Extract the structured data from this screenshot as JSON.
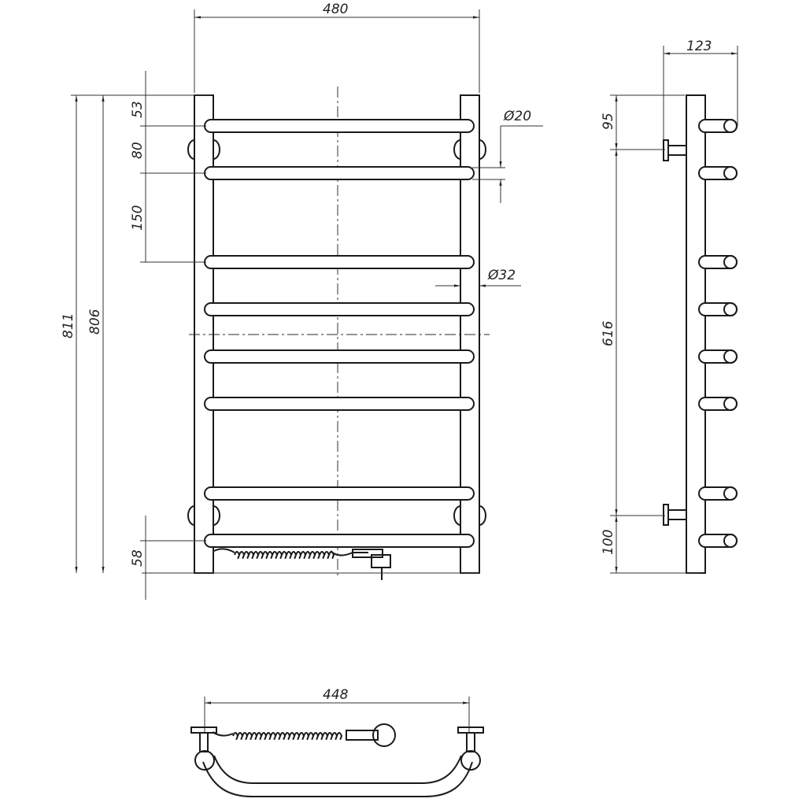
{
  "front_view": {
    "width": "480",
    "height_total": "811",
    "height_rail": "806",
    "top_offset": "53",
    "rung_gap_1": "80",
    "rung_gap_2": "150",
    "bottom_offset": "58",
    "rung_diameter": "Ø20",
    "rail_diameter": "Ø32"
  },
  "side_view": {
    "depth": "123",
    "bracket_top": "95",
    "bracket_spacing": "616",
    "bracket_bottom": "100"
  },
  "bottom_view": {
    "width": "448"
  }
}
